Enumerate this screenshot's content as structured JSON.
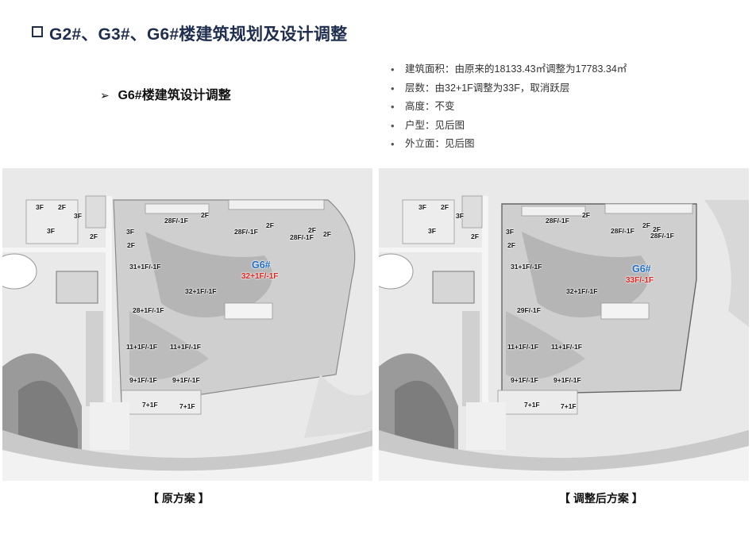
{
  "header": {
    "title": "G2#、G3#、G6#楼建筑规划及设计调整"
  },
  "section": {
    "heading": "G6#楼建筑设计调整",
    "arrow": "➢"
  },
  "bullets": [
    "建筑面积：由原来的18133.43㎡调整为17783.34㎡",
    "层数：由32+1F调整为33F，取消跃层",
    "高度：不变",
    "户型：见后图",
    "外立面：见后图"
  ],
  "plans": {
    "original": {
      "caption": "【 原方案 】",
      "labels": {
        "a1": "3F",
        "a2": "2F",
        "a3": "3F",
        "a4": "3F",
        "a5": "2F",
        "b1": "28F/-1F",
        "b2": "2F",
        "b3": "2F",
        "b4": "28F/-1F",
        "b5": "2F",
        "b6": "28F/-1F",
        "b7": "2F",
        "c1": "3F",
        "c2": "2F",
        "d1": "31+1F/-1F",
        "d2": "32+1F/-1F",
        "d3": "28+1F/-1F",
        "e1": "11+1F/-1F",
        "e2": "11+1F/-1F",
        "e3": "9+1F/-1F",
        "e4": "9+1F/-1F",
        "f1": "7+1F",
        "f2": "7+1F",
        "g6": "G6#",
        "g6_floors": "32+1F/-1F"
      }
    },
    "adjusted": {
      "caption": "【 调整后方案 】",
      "labels": {
        "a1": "3F",
        "a2": "2F",
        "a3": "3F",
        "a4": "3F",
        "a5": "2F",
        "b1": "28F/-1F",
        "b2": "2F",
        "b3": "2F",
        "b4": "28F/-1F",
        "b5": "2F",
        "b6": "28F/-1F",
        "c1": "3F",
        "c2": "2F",
        "d1": "31+1F/-1F",
        "d2": "32+1F/-1F",
        "d3": "29F/-1F",
        "e1": "11+1F/-1F",
        "e2": "11+1F/-1F",
        "e3": "9+1F/-1F",
        "e4": "9+1F/-1F",
        "f1": "7+1F",
        "f2": "7+1F",
        "g6": "G6#",
        "g6_floors": "33F/-1F"
      }
    }
  }
}
